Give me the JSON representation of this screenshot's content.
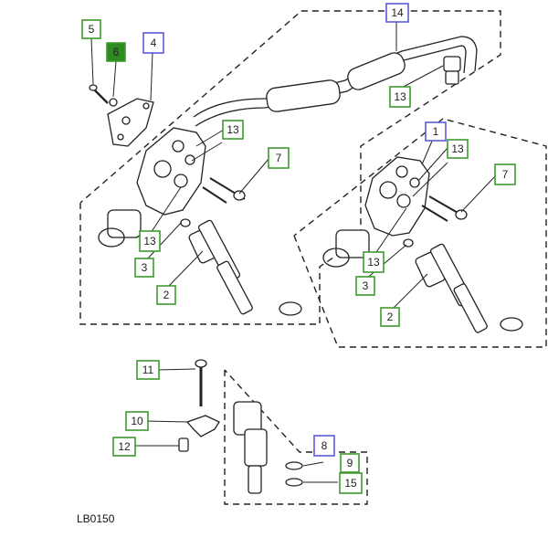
{
  "diagram": {
    "reference": "LB0150",
    "callouts": [
      {
        "id": "c5",
        "text": "5",
        "style": "green"
      },
      {
        "id": "c6",
        "text": "6",
        "style": "green-filled"
      },
      {
        "id": "c4",
        "text": "4",
        "style": "blue"
      },
      {
        "id": "c14",
        "text": "14",
        "style": "blue"
      },
      {
        "id": "c13a",
        "text": "13",
        "style": "green"
      },
      {
        "id": "c13b",
        "text": "13",
        "style": "green"
      },
      {
        "id": "c7a",
        "text": "7",
        "style": "green"
      },
      {
        "id": "c13c",
        "text": "13",
        "style": "green"
      },
      {
        "id": "c3a",
        "text": "3",
        "style": "green"
      },
      {
        "id": "c2a",
        "text": "2",
        "style": "green"
      },
      {
        "id": "c1",
        "text": "1",
        "style": "blue"
      },
      {
        "id": "c13d",
        "text": "13",
        "style": "green"
      },
      {
        "id": "c7b",
        "text": "7",
        "style": "green"
      },
      {
        "id": "c13e",
        "text": "13",
        "style": "green"
      },
      {
        "id": "c3b",
        "text": "3",
        "style": "green"
      },
      {
        "id": "c2b",
        "text": "2",
        "style": "green"
      },
      {
        "id": "c11",
        "text": "11",
        "style": "green"
      },
      {
        "id": "c10",
        "text": "10",
        "style": "green"
      },
      {
        "id": "c12",
        "text": "12",
        "style": "green"
      },
      {
        "id": "c8",
        "text": "8",
        "style": "blue"
      },
      {
        "id": "c9",
        "text": "9",
        "style": "green"
      },
      {
        "id": "c15",
        "text": "15",
        "style": "green"
      }
    ]
  },
  "colors": {
    "green_border": "#3f9a2e",
    "green_fill": "#2f8a22",
    "blue_border": "#5a5ad8",
    "line": "#222222"
  }
}
